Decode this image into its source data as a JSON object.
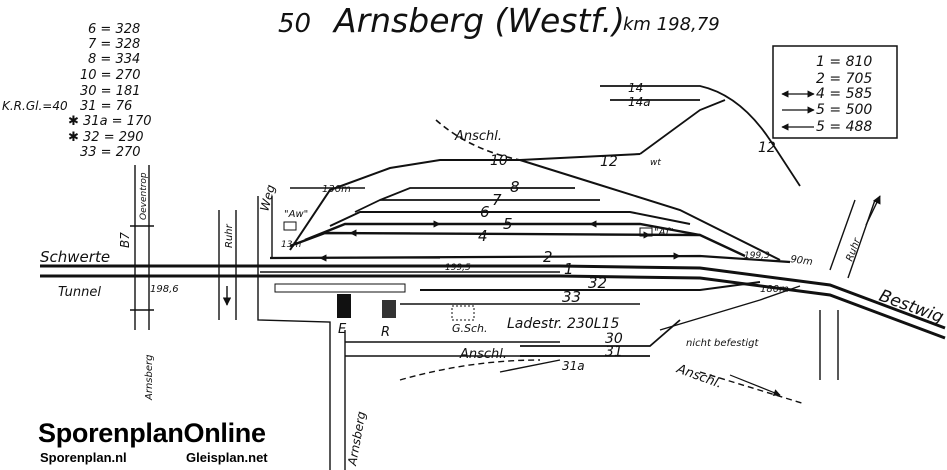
{
  "title": {
    "number": "50",
    "name": "Arnsberg (Westf.)",
    "km": "km 198,79"
  },
  "legend_left": [
    {
      "track": "6",
      "length": "328"
    },
    {
      "track": "7",
      "length": "328"
    },
    {
      "track": "8",
      "length": "334"
    },
    {
      "track": "10",
      "length": "270"
    },
    {
      "track": "30",
      "length": "181"
    },
    {
      "track": "31",
      "length": "76"
    },
    {
      "track": "31a",
      "length": "170"
    },
    {
      "track": "32",
      "length": "290"
    },
    {
      "track": "33",
      "length": "270"
    }
  ],
  "kr_label": "K.R.Gl.=40",
  "legend_right": [
    {
      "track": "1",
      "length": "810"
    },
    {
      "track": "2",
      "length": "705"
    },
    {
      "track": "4",
      "length": "585"
    },
    {
      "track": "5",
      "length": "500"
    },
    {
      "track": "5",
      "length": "488"
    }
  ],
  "tracks": {
    "t1": "1",
    "t2": "2",
    "t4": "4",
    "t5": "5",
    "t6": "6",
    "t7": "7",
    "t8": "8",
    "t10": "10",
    "t12": "12",
    "t14": "14",
    "t14a": "14a",
    "t30": "30",
    "t31": "31",
    "t31a": "31a",
    "t32": "32",
    "t33": "33"
  },
  "places": {
    "schwerte": "Schwerte",
    "tunnel": "Tunnel",
    "bestwig": "Bestwig",
    "arnsberg": "Arnsberg",
    "arnsberg_road": "Arnsberg",
    "oeventrop": "Oeventrop",
    "b7": "B7",
    "ruhr_left": "Ruhr",
    "ruhr_right": "Ruhr",
    "weg": "Weg"
  },
  "labels": {
    "anschl_top": "Anschl.",
    "anschl_mid": "Anschl.",
    "anschl_right": "Anschl.",
    "aw": "\"Aw\"",
    "af": "\"Af\"",
    "wt": "wt",
    "ladestr": "Ladestr. 230L15",
    "nicht_befestigt": "nicht befestigt",
    "gsch": "G.Sch.",
    "e_mark": "E",
    "r_mark": "R",
    "len_130": "130m",
    "len_13": "13m",
    "len_90": "90m",
    "len_180": "180m",
    "km_1986": "198,6",
    "km_1993": "199,3",
    "km_1995": "199,5"
  },
  "branding": {
    "name": "SporenplanOnline",
    "site1": "Sporenplan.nl",
    "site2": "Gleisplan.net"
  }
}
